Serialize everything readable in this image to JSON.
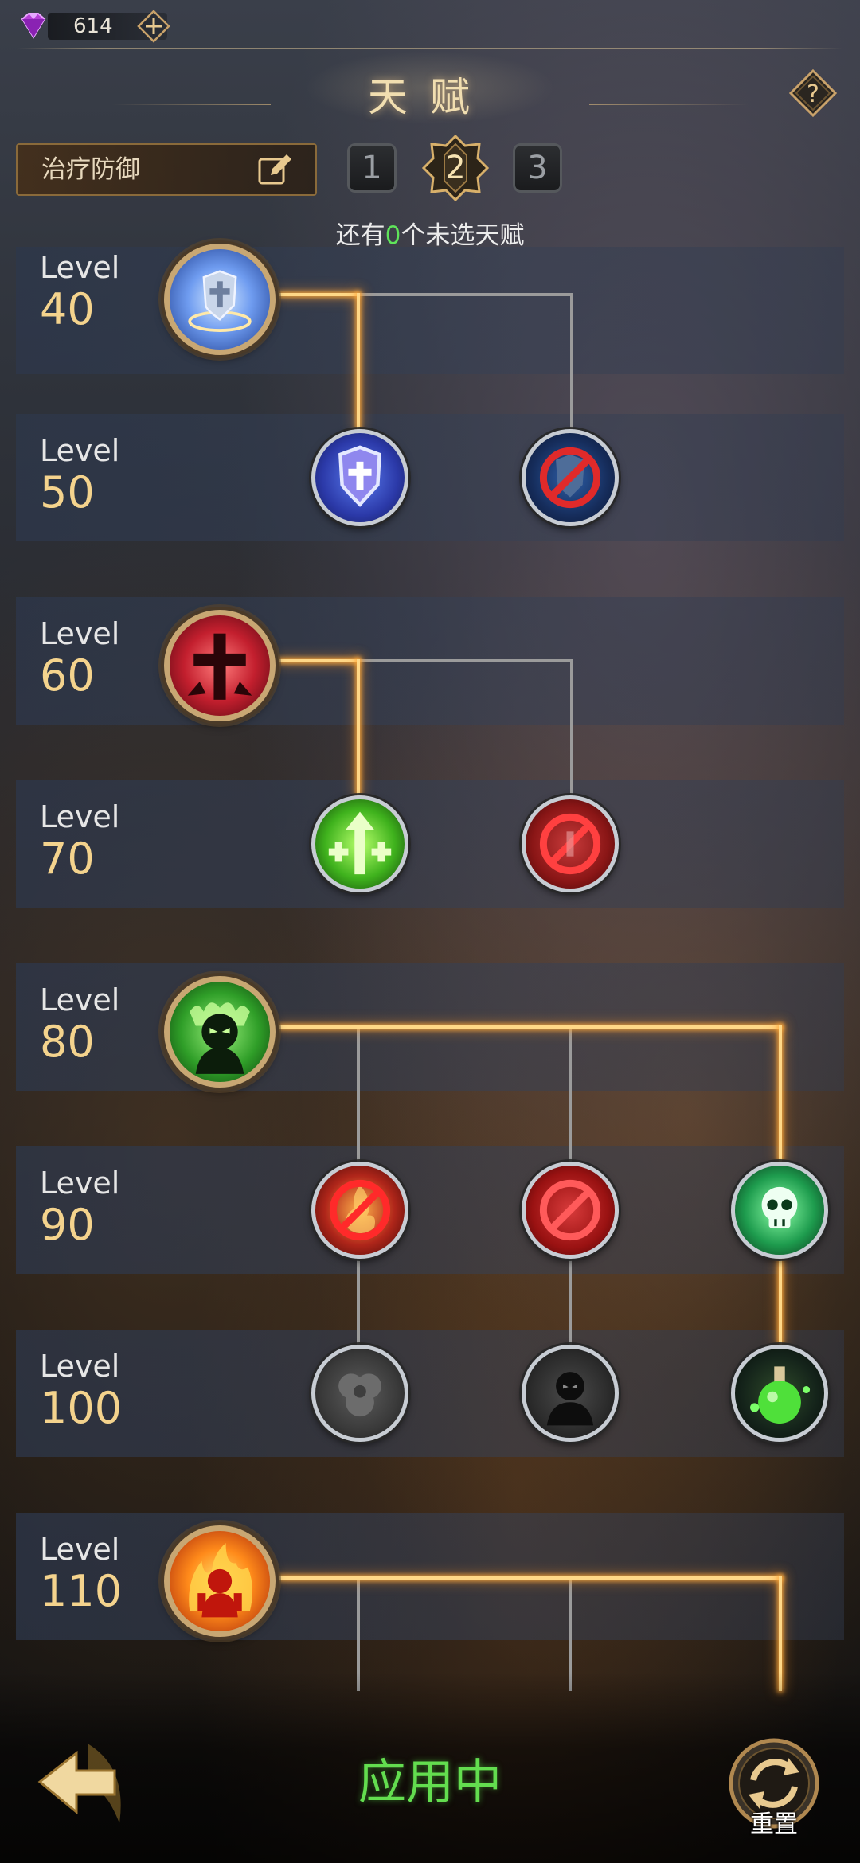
{
  "currency": {
    "gems": "614"
  },
  "header": {
    "title": "天赋"
  },
  "build": {
    "name": "治疗防御"
  },
  "presets": [
    "1",
    "2",
    "3"
  ],
  "active_preset": "2",
  "unselected": {
    "prefix": "还有",
    "count": "0",
    "suffix": "个未选天赋"
  },
  "rows": [
    {
      "label": "Level",
      "level": "40"
    },
    {
      "label": "Level",
      "level": "50"
    },
    {
      "label": "Level",
      "level": "60"
    },
    {
      "label": "Level",
      "level": "70"
    },
    {
      "label": "Level",
      "level": "80"
    },
    {
      "label": "Level",
      "level": "90"
    },
    {
      "label": "Level",
      "level": "100"
    },
    {
      "label": "Level",
      "level": "110"
    }
  ],
  "colors": {
    "gold": "#f4d38d",
    "active_line": "#ffd887",
    "status_green": "#63dd4f",
    "count_green": "#5fe35a"
  },
  "icons": [
    "gem-icon",
    "add-icon",
    "help-icon",
    "edit-icon",
    "holy-shield-icon",
    "shield-cross-icon",
    "disabled-shield-icon",
    "crimson-cross-icon",
    "green-heal-arrow-icon",
    "disabled-heal-icon",
    "green-rage-icon",
    "disabled-fire-icon",
    "disabled-red-icon",
    "green-skull-icon",
    "gray-flower-icon",
    "gray-shadow-icon",
    "green-potion-icon",
    "fire-spirit-icon",
    "back-arrow-icon",
    "reset-icon"
  ],
  "footer": {
    "status": "应用中",
    "reset_label": "重置"
  }
}
